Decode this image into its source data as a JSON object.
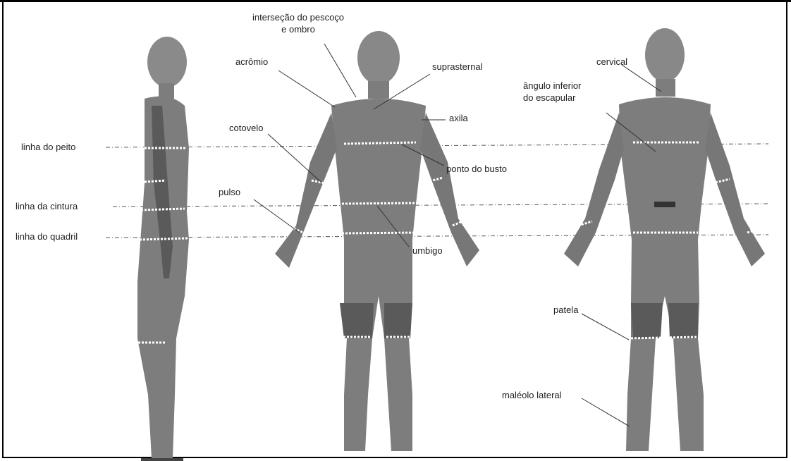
{
  "labels": {
    "chest_line": "linha do peito",
    "waist_line": "linha da cintura",
    "hip_line": "linha do quadril",
    "neck_shoulder_1": "interseção do pescoço",
    "neck_shoulder_2": "e ombro",
    "acromion": "acrômio",
    "suprasternal": "suprasternal",
    "armpit": "axila",
    "elbow": "cotovelo",
    "bust_point": "ponto do busto",
    "wrist": "pulso",
    "navel": "umbigo",
    "cervical": "cervical",
    "scapula_1": "ângulo inferior",
    "scapula_2": "do escapular",
    "patella": "patela",
    "lateral_malleolus": "maléolo lateral"
  },
  "colors": {
    "body_fill": "#7d7d7d",
    "body_dark": "#555555",
    "measure_line": "#ffffff",
    "leader": "#333333"
  }
}
